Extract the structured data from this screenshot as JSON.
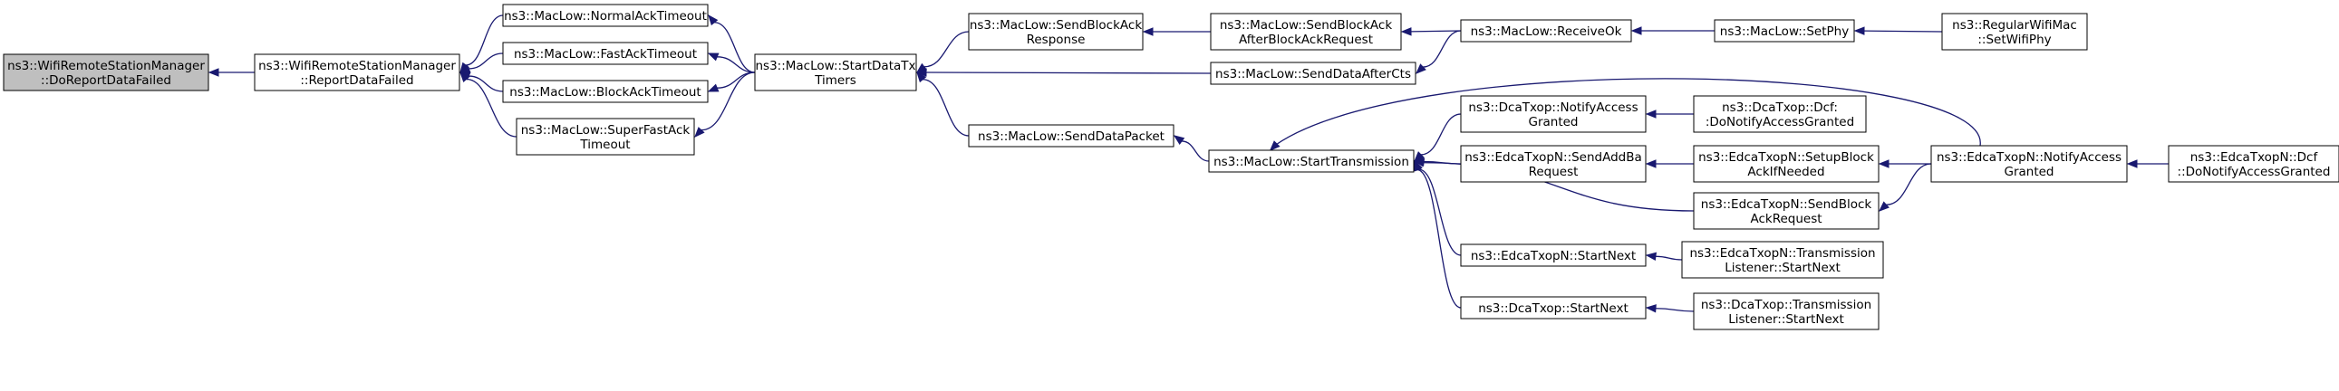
{
  "diagram": {
    "type": "call-graph",
    "nodes": [
      {
        "id": "root",
        "lines": [
          "ns3::WifiRemoteStationManager",
          "::DoReportDataFailed"
        ],
        "root": true
      },
      {
        "id": "wrsm_report",
        "lines": [
          "ns3::WifiRemoteStationManager",
          "::ReportDataFailed"
        ]
      },
      {
        "id": "normal_ack",
        "lines": [
          "ns3::MacLow::NormalAckTimeout"
        ]
      },
      {
        "id": "fast_ack",
        "lines": [
          "ns3::MacLow::FastAckTimeout"
        ]
      },
      {
        "id": "block_ack",
        "lines": [
          "ns3::MacLow::BlockAckTimeout"
        ]
      },
      {
        "id": "super_fast",
        "lines": [
          "ns3::MacLow::SuperFastAck",
          "Timeout"
        ]
      },
      {
        "id": "start_data_tx",
        "lines": [
          "ns3::MacLow::StartDataTx",
          "Timers"
        ]
      },
      {
        "id": "send_ba_resp",
        "lines": [
          "ns3::MacLow::SendBlockAck",
          "Response"
        ]
      },
      {
        "id": "send_ba_after",
        "lines": [
          "ns3::MacLow::SendBlockAck",
          "AfterBlockAckRequest"
        ]
      },
      {
        "id": "receive_ok",
        "lines": [
          "ns3::MacLow::ReceiveOk"
        ]
      },
      {
        "id": "set_phy",
        "lines": [
          "ns3::MacLow::SetPhy"
        ]
      },
      {
        "id": "regular_set",
        "lines": [
          "ns3::RegularWifiMac",
          "::SetWifiPhy"
        ]
      },
      {
        "id": "send_after_cts",
        "lines": [
          "ns3::MacLow::SendDataAfterCts"
        ]
      },
      {
        "id": "send_data_packet",
        "lines": [
          "ns3::MacLow::SendDataPacket"
        ]
      },
      {
        "id": "start_transmission",
        "lines": [
          "ns3::MacLow::StartTransmission"
        ]
      },
      {
        "id": "dca_notify",
        "lines": [
          "ns3::DcaTxop::NotifyAccess",
          "Granted"
        ]
      },
      {
        "id": "dca_dcf",
        "lines": [
          "ns3::DcaTxop::Dcf:",
          ":DoNotifyAccessGranted"
        ]
      },
      {
        "id": "edca_send_addba",
        "lines": [
          "ns3::EdcaTxopN::SendAddBa",
          "Request"
        ]
      },
      {
        "id": "edca_setup",
        "lines": [
          "ns3::EdcaTxopN::SetupBlock",
          "AckIfNeeded"
        ]
      },
      {
        "id": "edca_notify",
        "lines": [
          "ns3::EdcaTxopN::NotifyAccess",
          "Granted"
        ]
      },
      {
        "id": "edca_dcf",
        "lines": [
          "ns3::EdcaTxopN::Dcf",
          "::DoNotifyAccessGranted"
        ]
      },
      {
        "id": "edca_send_bar",
        "lines": [
          "ns3::EdcaTxopN::SendBlock",
          "AckRequest"
        ]
      },
      {
        "id": "edca_start_next",
        "lines": [
          "ns3::EdcaTxopN::StartNext"
        ]
      },
      {
        "id": "edca_tl_start",
        "lines": [
          "ns3::EdcaTxopN::Transmission",
          "Listener::StartNext"
        ]
      },
      {
        "id": "dca_start_next",
        "lines": [
          "ns3::DcaTxop::StartNext"
        ]
      },
      {
        "id": "dca_tl_start",
        "lines": [
          "ns3::DcaTxop::Transmission",
          "Listener::StartNext"
        ]
      }
    ],
    "edges": [
      {
        "from": "wrsm_report",
        "to": "root"
      },
      {
        "from": "normal_ack",
        "to": "wrsm_report"
      },
      {
        "from": "fast_ack",
        "to": "wrsm_report"
      },
      {
        "from": "block_ack",
        "to": "wrsm_report"
      },
      {
        "from": "super_fast",
        "to": "wrsm_report"
      },
      {
        "from": "start_data_tx",
        "to": "normal_ack"
      },
      {
        "from": "start_data_tx",
        "to": "fast_ack"
      },
      {
        "from": "start_data_tx",
        "to": "block_ack"
      },
      {
        "from": "start_data_tx",
        "to": "super_fast"
      },
      {
        "from": "send_ba_resp",
        "to": "start_data_tx"
      },
      {
        "from": "send_after_cts",
        "to": "start_data_tx"
      },
      {
        "from": "send_data_packet",
        "to": "start_data_tx"
      },
      {
        "from": "send_ba_after",
        "to": "send_ba_resp"
      },
      {
        "from": "receive_ok",
        "to": "send_ba_after"
      },
      {
        "from": "receive_ok",
        "to": "send_after_cts"
      },
      {
        "from": "set_phy",
        "to": "receive_ok"
      },
      {
        "from": "regular_set",
        "to": "set_phy"
      },
      {
        "from": "start_transmission",
        "to": "send_data_packet"
      },
      {
        "from": "dca_notify",
        "to": "start_transmission"
      },
      {
        "from": "edca_send_addba",
        "to": "start_transmission"
      },
      {
        "from": "edca_send_bar",
        "to": "start_transmission"
      },
      {
        "from": "edca_start_next",
        "to": "start_transmission"
      },
      {
        "from": "dca_start_next",
        "to": "start_transmission"
      },
      {
        "from": "edca_notify",
        "to": "start_transmission"
      },
      {
        "from": "dca_dcf",
        "to": "dca_notify"
      },
      {
        "from": "edca_setup",
        "to": "edca_send_addba"
      },
      {
        "from": "edca_notify",
        "to": "edca_setup"
      },
      {
        "from": "edca_notify",
        "to": "edca_send_bar"
      },
      {
        "from": "edca_dcf",
        "to": "edca_notify"
      },
      {
        "from": "edca_tl_start",
        "to": "edca_start_next"
      },
      {
        "from": "dca_tl_start",
        "to": "dca_start_next"
      }
    ]
  }
}
